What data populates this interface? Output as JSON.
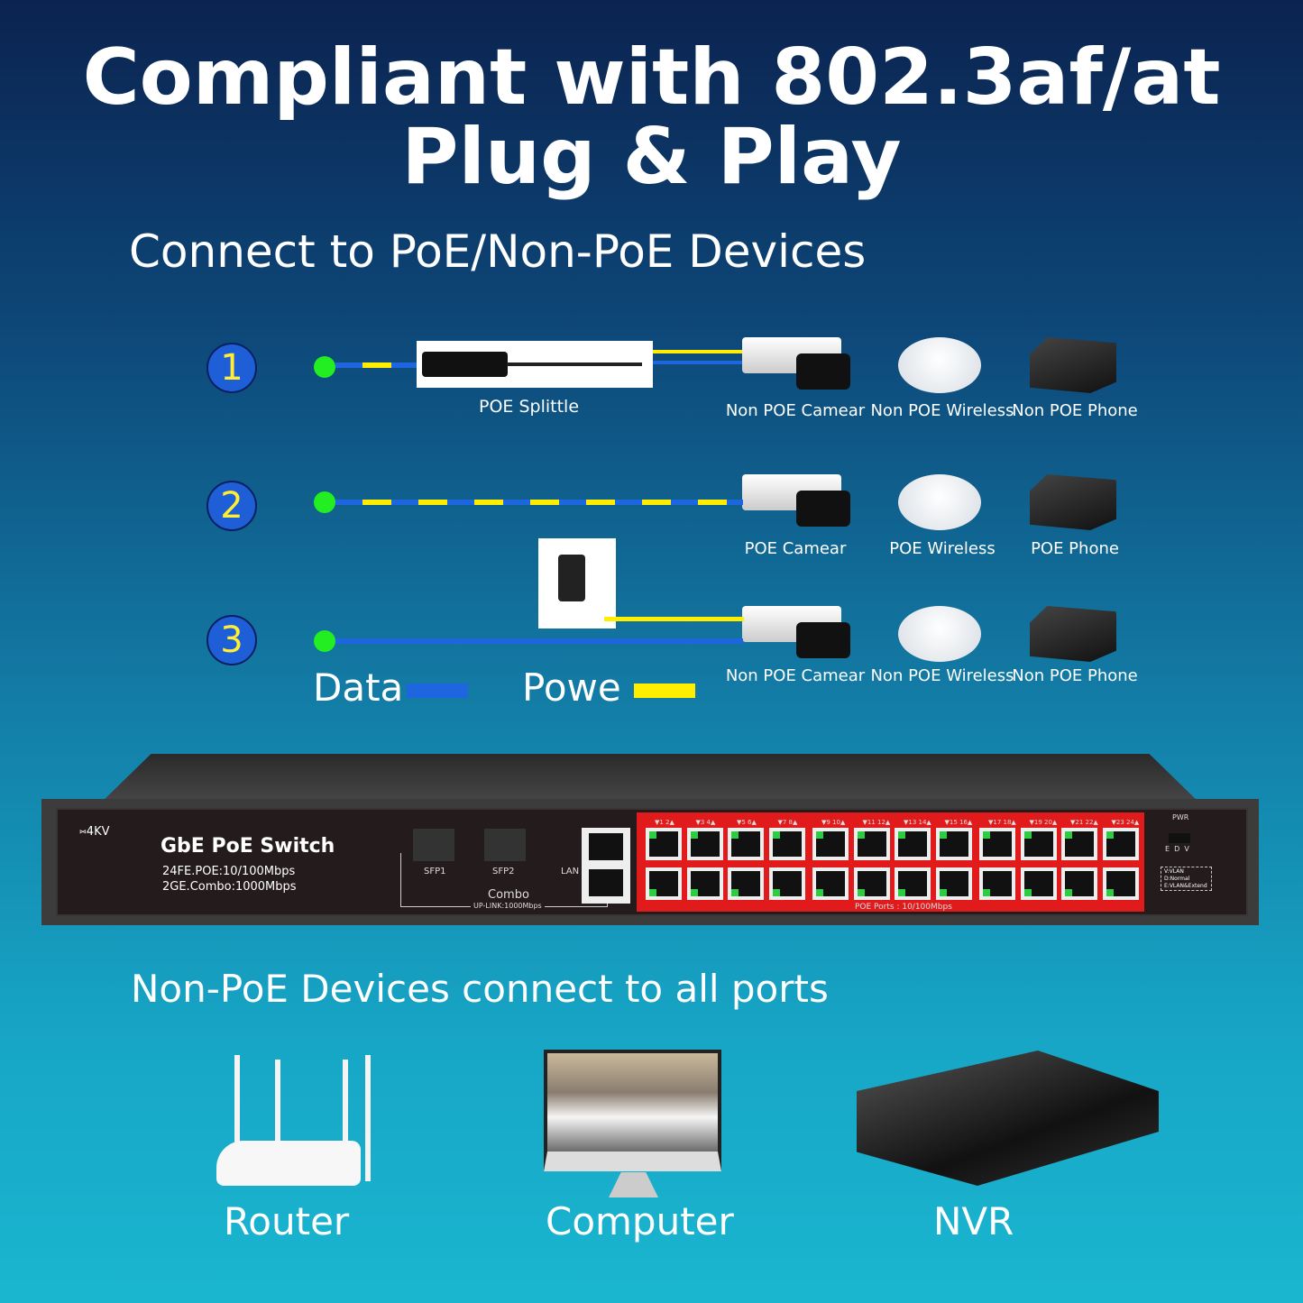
{
  "header": {
    "line1": "Compliant with 802.3af/at",
    "line2": "Plug & Play",
    "subtitle": "Connect to PoE/Non-PoE Devices"
  },
  "rows": [
    {
      "number": "1",
      "adapter_label": "POE Splittle",
      "devices": [
        "Non POE  Camear",
        "Non POE  Wireless",
        "Non POE  Phone"
      ]
    },
    {
      "number": "2",
      "devices": [
        "POE  Camear",
        "POE  Wireless",
        "POE  Phone"
      ]
    },
    {
      "number": "3",
      "devices": [
        "Non POE  Camear",
        "Non POE  Wireless",
        "Non POE  Phone"
      ]
    }
  ],
  "legend": {
    "data": "Data",
    "power": "Powe",
    "data_color": "#1e66e0",
    "power_color": "#ffee00"
  },
  "switch": {
    "badge": "⑅4KV",
    "name": "GbE PoE Switch",
    "spec1": "24FE.POE:10/100Mbps",
    "spec2": "2GE.Combo:1000Mbps",
    "sfp1": "SFP1",
    "sfp2": "SFP2",
    "lan": "LAN",
    "combo": "Combo",
    "uplink": "UP-LINK:1000Mbps",
    "poe_ports": "POE Ports : 10/100Mbps",
    "pwr": "PWR",
    "switch_modes": "E  D  V",
    "mode_v": "V:VLAN",
    "mode_d": "D:Normal",
    "mode_e": "E:VLAN&Extend",
    "accent": "#e11b1b"
  },
  "bottom": {
    "heading": "Non-PoE  Devices  connect  to  all  ports",
    "devices": [
      "Router",
      "Computer",
      "NVR"
    ]
  }
}
